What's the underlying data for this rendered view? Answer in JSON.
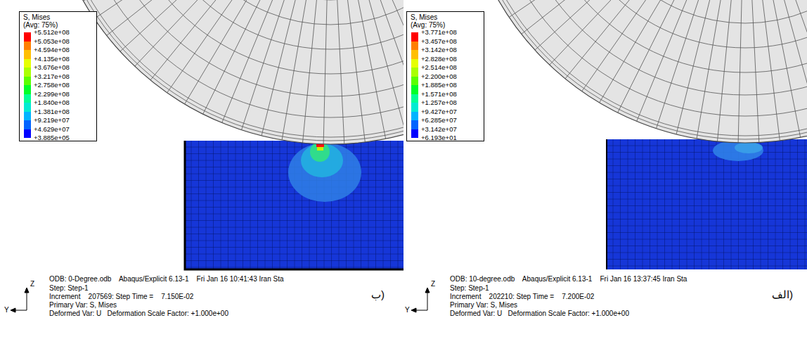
{
  "diagram": {
    "labels": [
      "S, Mises",
      "(Avg: 75%)",
      "+3.885e+05",
      "S, Mises",
      "(Avg: 75%)",
      "+6.193e+01",
      "ODB: 0-Degree.odb    Abaqus/Explicit 6.13-1    Fri Jan 16 10:41:43 Iran Sta",
      "Step: Step-1",
      "Increment    207569: Step Time =    7.150E-02",
      "Primary Var: S, Mises",
      "Deformed Var: U   Deformation Scale Factor: +1.000e+00",
      "ب)",
      "Z",
      "Y",
      "ODB: 10-degree.odb    Abaqus/Explicit 6.13-1    Fri Jan 16 13:37:45 Iran Sta",
      "Step: Step-1",
      "Increment    202210: Step Time =    7.200E-02",
      "Primary Var: S, Mises",
      "Deformed Var: U   Deformation Scale Factor: +1.000e+00",
      "الف)",
      "Z",
      "Y"
    ],
    "legend": [
      {
        "text": "+5.512e+08",
        "color": "#ff0000"
      },
      {
        "text": "+5.053e+08",
        "color": "#ff7f00"
      },
      {
        "text": "+4.594e+08",
        "color": "#ffbf00"
      },
      {
        "text": "+4.135e+08",
        "color": "#e6ff00"
      },
      {
        "text": "+3.676e+08",
        "color": "#aaff00"
      },
      {
        "text": "+3.217e+08",
        "color": "#5aff00"
      },
      {
        "text": "+2.758e+08",
        "color": "#00ff28"
      },
      {
        "text": "+2.299e+08",
        "color": "#00ff96"
      },
      {
        "text": "+1.840e+08",
        "color": "#00ebd2"
      },
      {
        "text": "+1.381e+08",
        "color": "#00b4ff"
      },
      {
        "text": "+9.219e+07",
        "color": "#0064ff"
      },
      {
        "text": "+4.629e+07",
        "color": "#0000ff"
      },
      {
        "text": "+3.771e+08",
        "color": "#ff0000"
      },
      {
        "text": "+3.457e+08",
        "color": "#ff7f00"
      },
      {
        "text": "+3.142e+08",
        "color": "#ffbf00"
      },
      {
        "text": "+2.828e+08",
        "color": "#e6ff00"
      },
      {
        "text": "+2.514e+08",
        "color": "#aaff00"
      },
      {
        "text": "+2.200e+08",
        "color": "#5aff00"
      },
      {
        "text": "+1.885e+08",
        "color": "#00ff28"
      },
      {
        "text": "+1.571e+08",
        "color": "#00ff96"
      },
      {
        "text": "+1.257e+08",
        "color": "#00ebd2"
      },
      {
        "text": "+9.427e+07",
        "color": "#00b4ff"
      },
      {
        "text": "+6.285e+07",
        "color": "#0064ff"
      },
      {
        "text": "+3.142e+07",
        "color": "#0000ff"
      }
    ]
  }
}
